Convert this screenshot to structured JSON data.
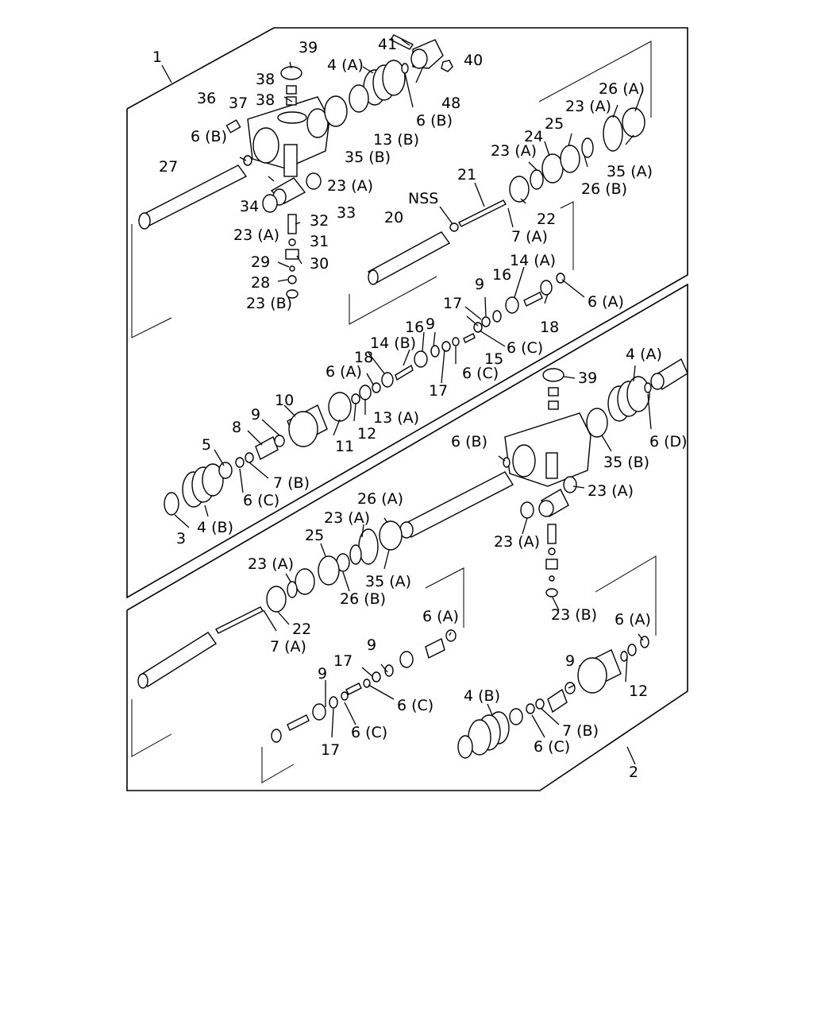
{
  "upper_group": {
    "group_number": "1",
    "callouts": [
      "39",
      "41",
      "40",
      "38",
      "4 (A)",
      "38",
      "36",
      "37",
      "48",
      "6 (B)",
      "26 (A)",
      "23 (A)",
      "6 (B)",
      "13 (B)",
      "25",
      "35 (B)",
      "24",
      "23 (A)",
      "27",
      "23 (A)",
      "35 (A)",
      "26 (B)",
      "21",
      "NSS",
      "34",
      "33",
      "20",
      "22",
      "32",
      "23 (A)",
      "31",
      "7 (A)",
      "29",
      "30",
      "14 (A)",
      "28",
      "16",
      "9",
      "23 (B)",
      "6 (A)",
      "17",
      "18"
    ]
  },
  "middle_group": {
    "callouts": [
      "14 (B)",
      "16",
      "9",
      "18",
      "6 (C)",
      "15",
      "6 (A)",
      "6 (C)",
      "17",
      "4 (A)",
      "39",
      "10",
      "13 (A)",
      "9",
      "8",
      "12",
      "11",
      "6 (D)",
      "35 (B)",
      "5",
      "6 (B)",
      "7 (B)",
      "23 (A)",
      "26 (A)",
      "6 (C)",
      "3",
      "4 (B)",
      "23 (A)"
    ]
  },
  "lower_group": {
    "group_number": "2",
    "callouts": [
      "23 (A)",
      "25",
      "35 (A)",
      "23 (A)",
      "26 (B)",
      "23 (B)",
      "22",
      "6 (A)",
      "6 (A)",
      "7 (A)",
      "9",
      "17",
      "9",
      "12",
      "9",
      "6 (C)",
      "4 (B)",
      "7 (B)",
      "17",
      "6 (C)",
      "6 (C)"
    ]
  }
}
